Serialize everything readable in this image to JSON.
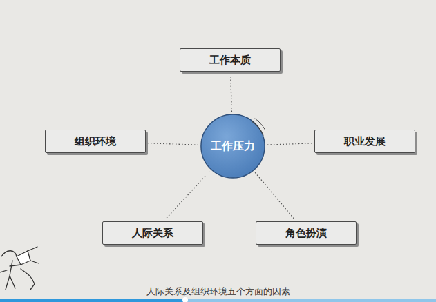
{
  "diagram": {
    "caption": "人际关系及组织环境五个方面的因素",
    "nodes": [
      {
        "text": [
          "工作本质"
        ]
      },
      {
        "text": [
          "组织环境"
        ]
      },
      {
        "text": [
          "工作压力"
        ]
      },
      {
        "text": [
          "职业发展"
        ]
      },
      {
        "text": [
          "人际关系"
        ]
      },
      {
        "text": [
          "角色扮演"
        ]
      }
    ],
    "edges": [
      {
        "from": 2,
        "to": 0,
        "arrow": "none"
      },
      {
        "from": 2,
        "to": 1,
        "arrow": "none"
      },
      {
        "from": 2,
        "to": 3,
        "arrow": "none"
      },
      {
        "from": 2,
        "to": 4,
        "arrow": "none"
      },
      {
        "from": 2,
        "to": 5,
        "arrow": "none"
      }
    ]
  }
}
